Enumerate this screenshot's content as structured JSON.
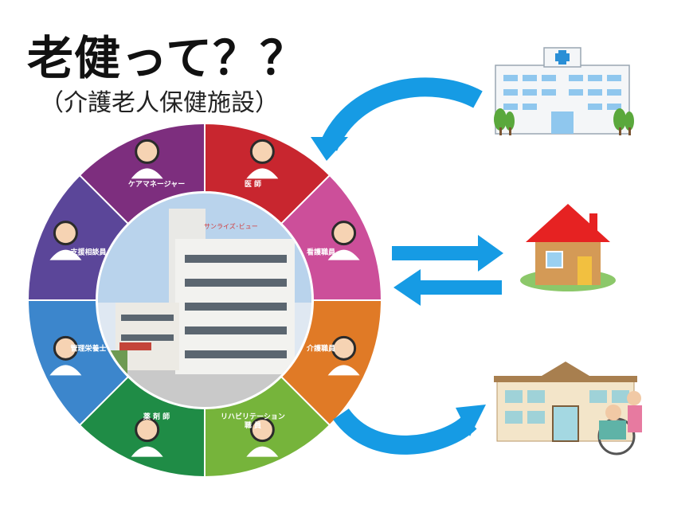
{
  "title": "老健って？？",
  "subtitle": "（介護老人保健施設）",
  "building_sign": "サンライズ･ビュー",
  "wheel": {
    "segments": [
      {
        "label": "医 師",
        "color": "#c8262f"
      },
      {
        "label": "看護職員",
        "color": "#cc4f9a"
      },
      {
        "label": "介護職員",
        "color": "#e07a26"
      },
      {
        "label": "リハビリテーション",
        "label2": "職 員",
        "color": "#76b43b"
      },
      {
        "label": "薬 剤 師",
        "color": "#1f8c46"
      },
      {
        "label": "管理栄養士",
        "color": "#3c86cc"
      },
      {
        "label": "支援相談員",
        "color": "#5b4699"
      },
      {
        "label": "ケアマネージャー",
        "color": "#7d2e7e"
      }
    ]
  },
  "colors": {
    "arrow": "#169be4",
    "house_roof": "#e62222",
    "house_wall": "#d49a56"
  },
  "icons": [
    "hospital-icon",
    "house-icon",
    "care-facility-icon"
  ]
}
